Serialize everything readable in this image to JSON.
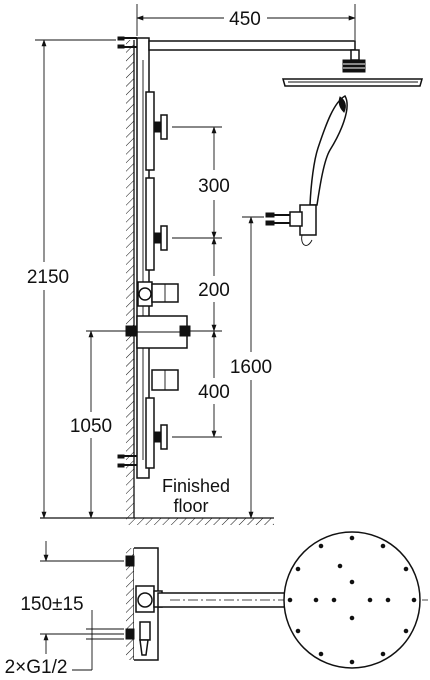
{
  "colors": {
    "line": "#111111",
    "background": "#ffffff"
  },
  "dimensions": {
    "arm_length": "450",
    "total_height": "2150",
    "outlet_spacing_1": "300",
    "outlet_spacing_2": "200",
    "outlet_spacing_3": "400",
    "handshower_holder_height": "1600",
    "inlet_height": "1050",
    "wall_offset": "150±15",
    "inlet_thread": "2×G1/2"
  },
  "labels": {
    "floor_line1": "Finished",
    "floor_line2": "floor"
  }
}
